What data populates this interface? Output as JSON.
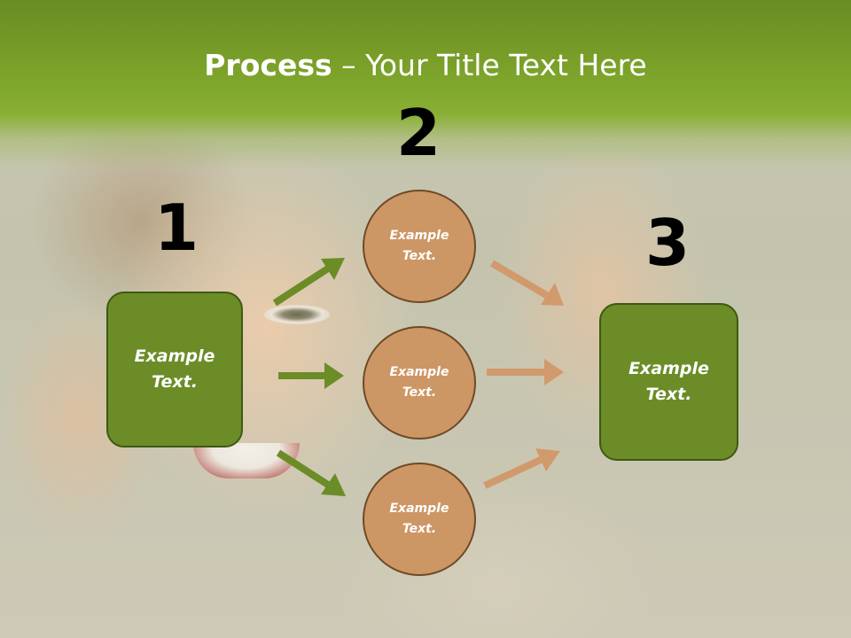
{
  "slide": {
    "title_bold": "Process",
    "title_rest": " – Your Title Text Here"
  },
  "colors": {
    "title_band": "#7fa62c",
    "box_fill": "#6b8c27",
    "box_border": "#3d5a12",
    "circle_fill": "#cd9665",
    "circle_border": "#6e4a26",
    "arrow_green": "#6b8c27",
    "arrow_tan": "#d19a6c"
  },
  "steps": {
    "step1_number": "1",
    "step2_number": "2",
    "step3_number": "3"
  },
  "nodes": {
    "left_box": "Example\nText.",
    "circle_top": "Example\nText.",
    "circle_middle": "Example\nText.",
    "circle_bottom": "Example\nText.",
    "right_box": "Example\nText."
  }
}
